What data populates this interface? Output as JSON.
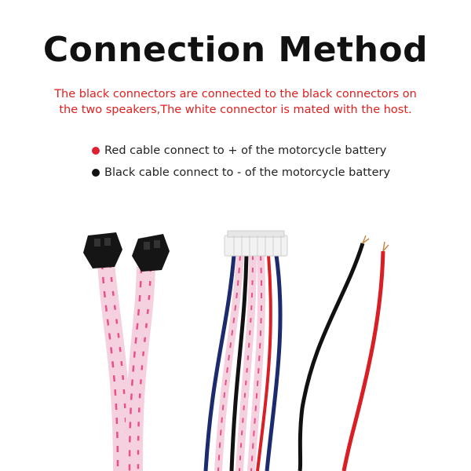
{
  "title": "Connection Method",
  "note": {
    "line1": "The black connectors are connected to the black connectors on",
    "line2": "the two speakers,The white connector is mated with the host."
  },
  "bullets": [
    {
      "text": "Red cable connect to + of the motorcycle battery",
      "color": "#e02030"
    },
    {
      "text": "Black cable connect to - of the motorcycle battery",
      "color": "#111111"
    }
  ],
  "colors": {
    "title": "#111111",
    "note": "#e02020",
    "wire_pink": "#e8508a",
    "wire_navy": "#1c2a6e",
    "wire_red": "#d91f26",
    "wire_black": "#111111",
    "connector_white": "#f2f2f2"
  }
}
